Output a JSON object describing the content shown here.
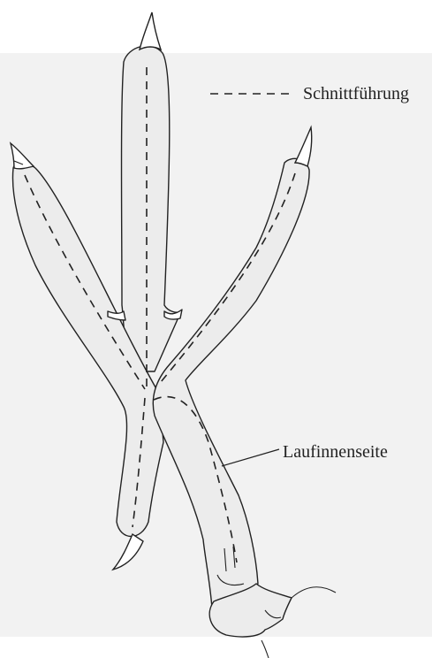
{
  "figure": {
    "background_color": "#f2f2f2",
    "page_color": "#ffffff",
    "foot_fill": "#ececec",
    "line_color": "#222222"
  },
  "legend": {
    "text": "Schnittführung",
    "line_style": "dashed"
  },
  "annotations": {
    "inner_run_label": "Laufinnenseite"
  }
}
